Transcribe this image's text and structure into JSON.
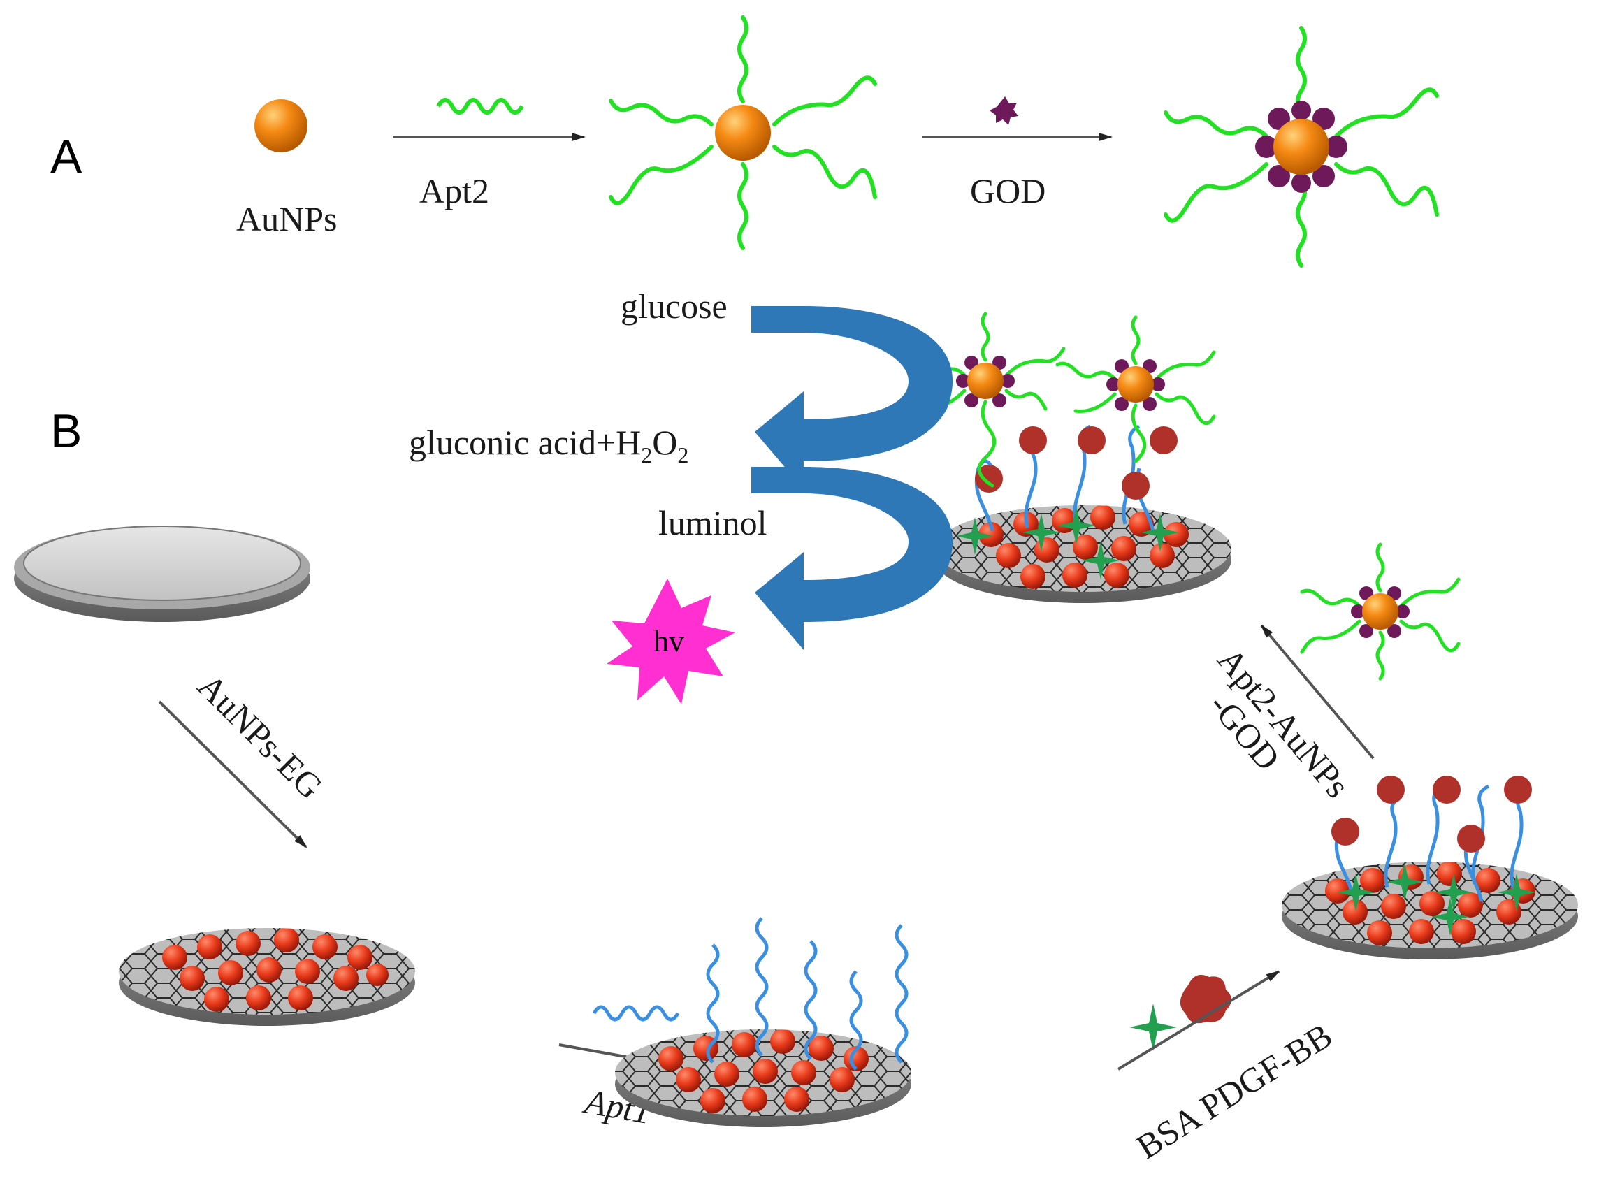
{
  "panels": {
    "a": "A",
    "b": "B"
  },
  "labels": {
    "aunps": "AuNPs",
    "apt2": "Apt2",
    "god": "GOD",
    "glucose": "glucose",
    "gluconic_acid": "gluconic  acid+H",
    "h2o2_sub": "2",
    "h2o2_o": "O",
    "luminol": "luminol",
    "hv": "hv",
    "aunps_eg": "AuNPs-EG",
    "apt1": "Apt1",
    "bsa_pdgf": "BSA PDGF-BB",
    "apt2_aunps": "Apt2-AuNPs",
    "god_suffix": "-GOD"
  },
  "colors": {
    "gold": "#f08a14",
    "strand_green": "#22e022",
    "strand_blue": "#3a8fe0",
    "god_purple": "#6e1a5a",
    "protein_red": "#b0302a",
    "bsa_green": "#22a050",
    "curve_blue": "#2e78b8",
    "burst_magenta": "#ff2fd2"
  }
}
